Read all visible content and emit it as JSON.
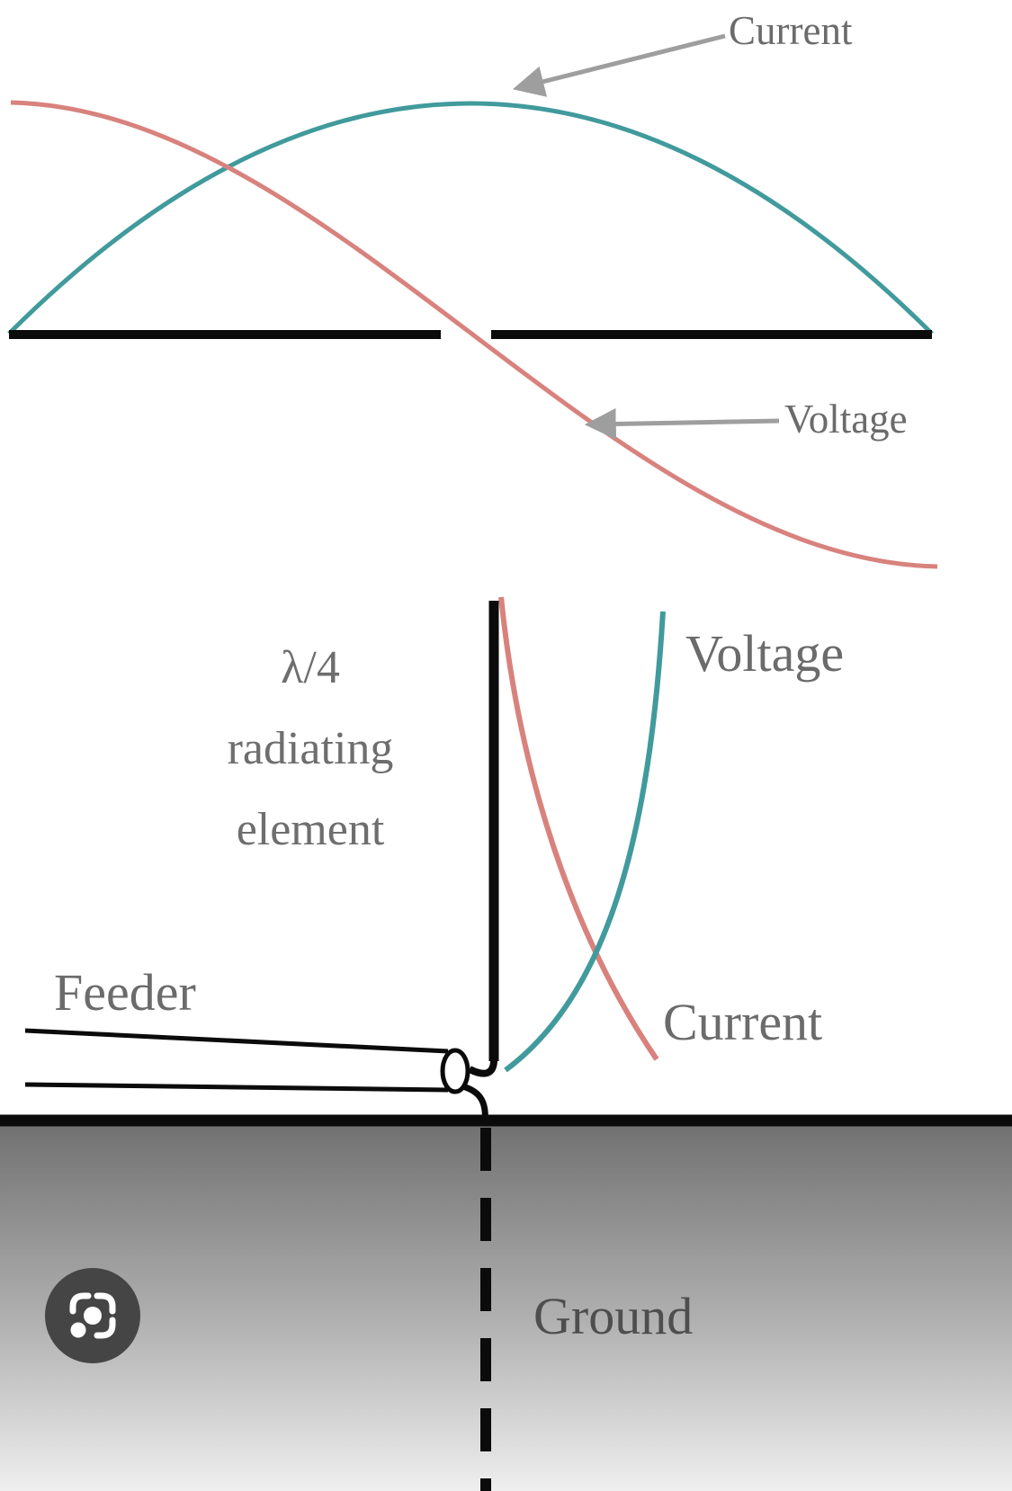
{
  "top_diagram": {
    "current_label": "Current",
    "voltage_label": "Voltage"
  },
  "bottom_diagram": {
    "element_label_lines": [
      "λ/4",
      "radiating",
      "element"
    ],
    "voltage_label": "Voltage",
    "current_label": "Current",
    "feeder_label": "Feeder",
    "ground_label": "Ground"
  },
  "icons": {
    "lens": "google-lens-icon"
  },
  "colors": {
    "current_color": "#419a9c",
    "voltage_color": "#d8827e",
    "arrow_color": "#9e9e9e",
    "line_black": "#0b0b0b"
  }
}
